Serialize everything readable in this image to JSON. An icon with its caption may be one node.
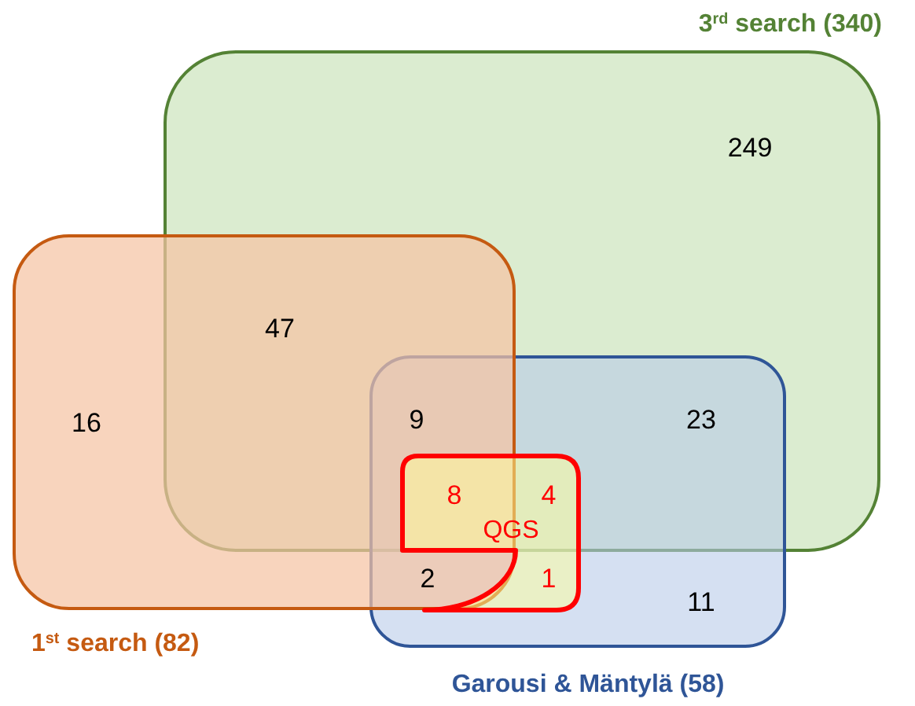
{
  "diagram": {
    "nodes": [
      {
        "text": [
          "3$^{rd}$ search (340)"
        ]
      },
      {
        "text": [
          "1$^{st}$ search (82)"
        ]
      },
      {
        "text": [
          "Garousi & Mäntylä (58)"
        ]
      },
      {
        "text": [
          "QGS"
        ],
        "in": 2
      }
    ],
    "labels": [
      "249",
      "47",
      "16",
      "9",
      "23",
      "8",
      "4",
      "2",
      "1",
      "11"
    ]
  }
}
